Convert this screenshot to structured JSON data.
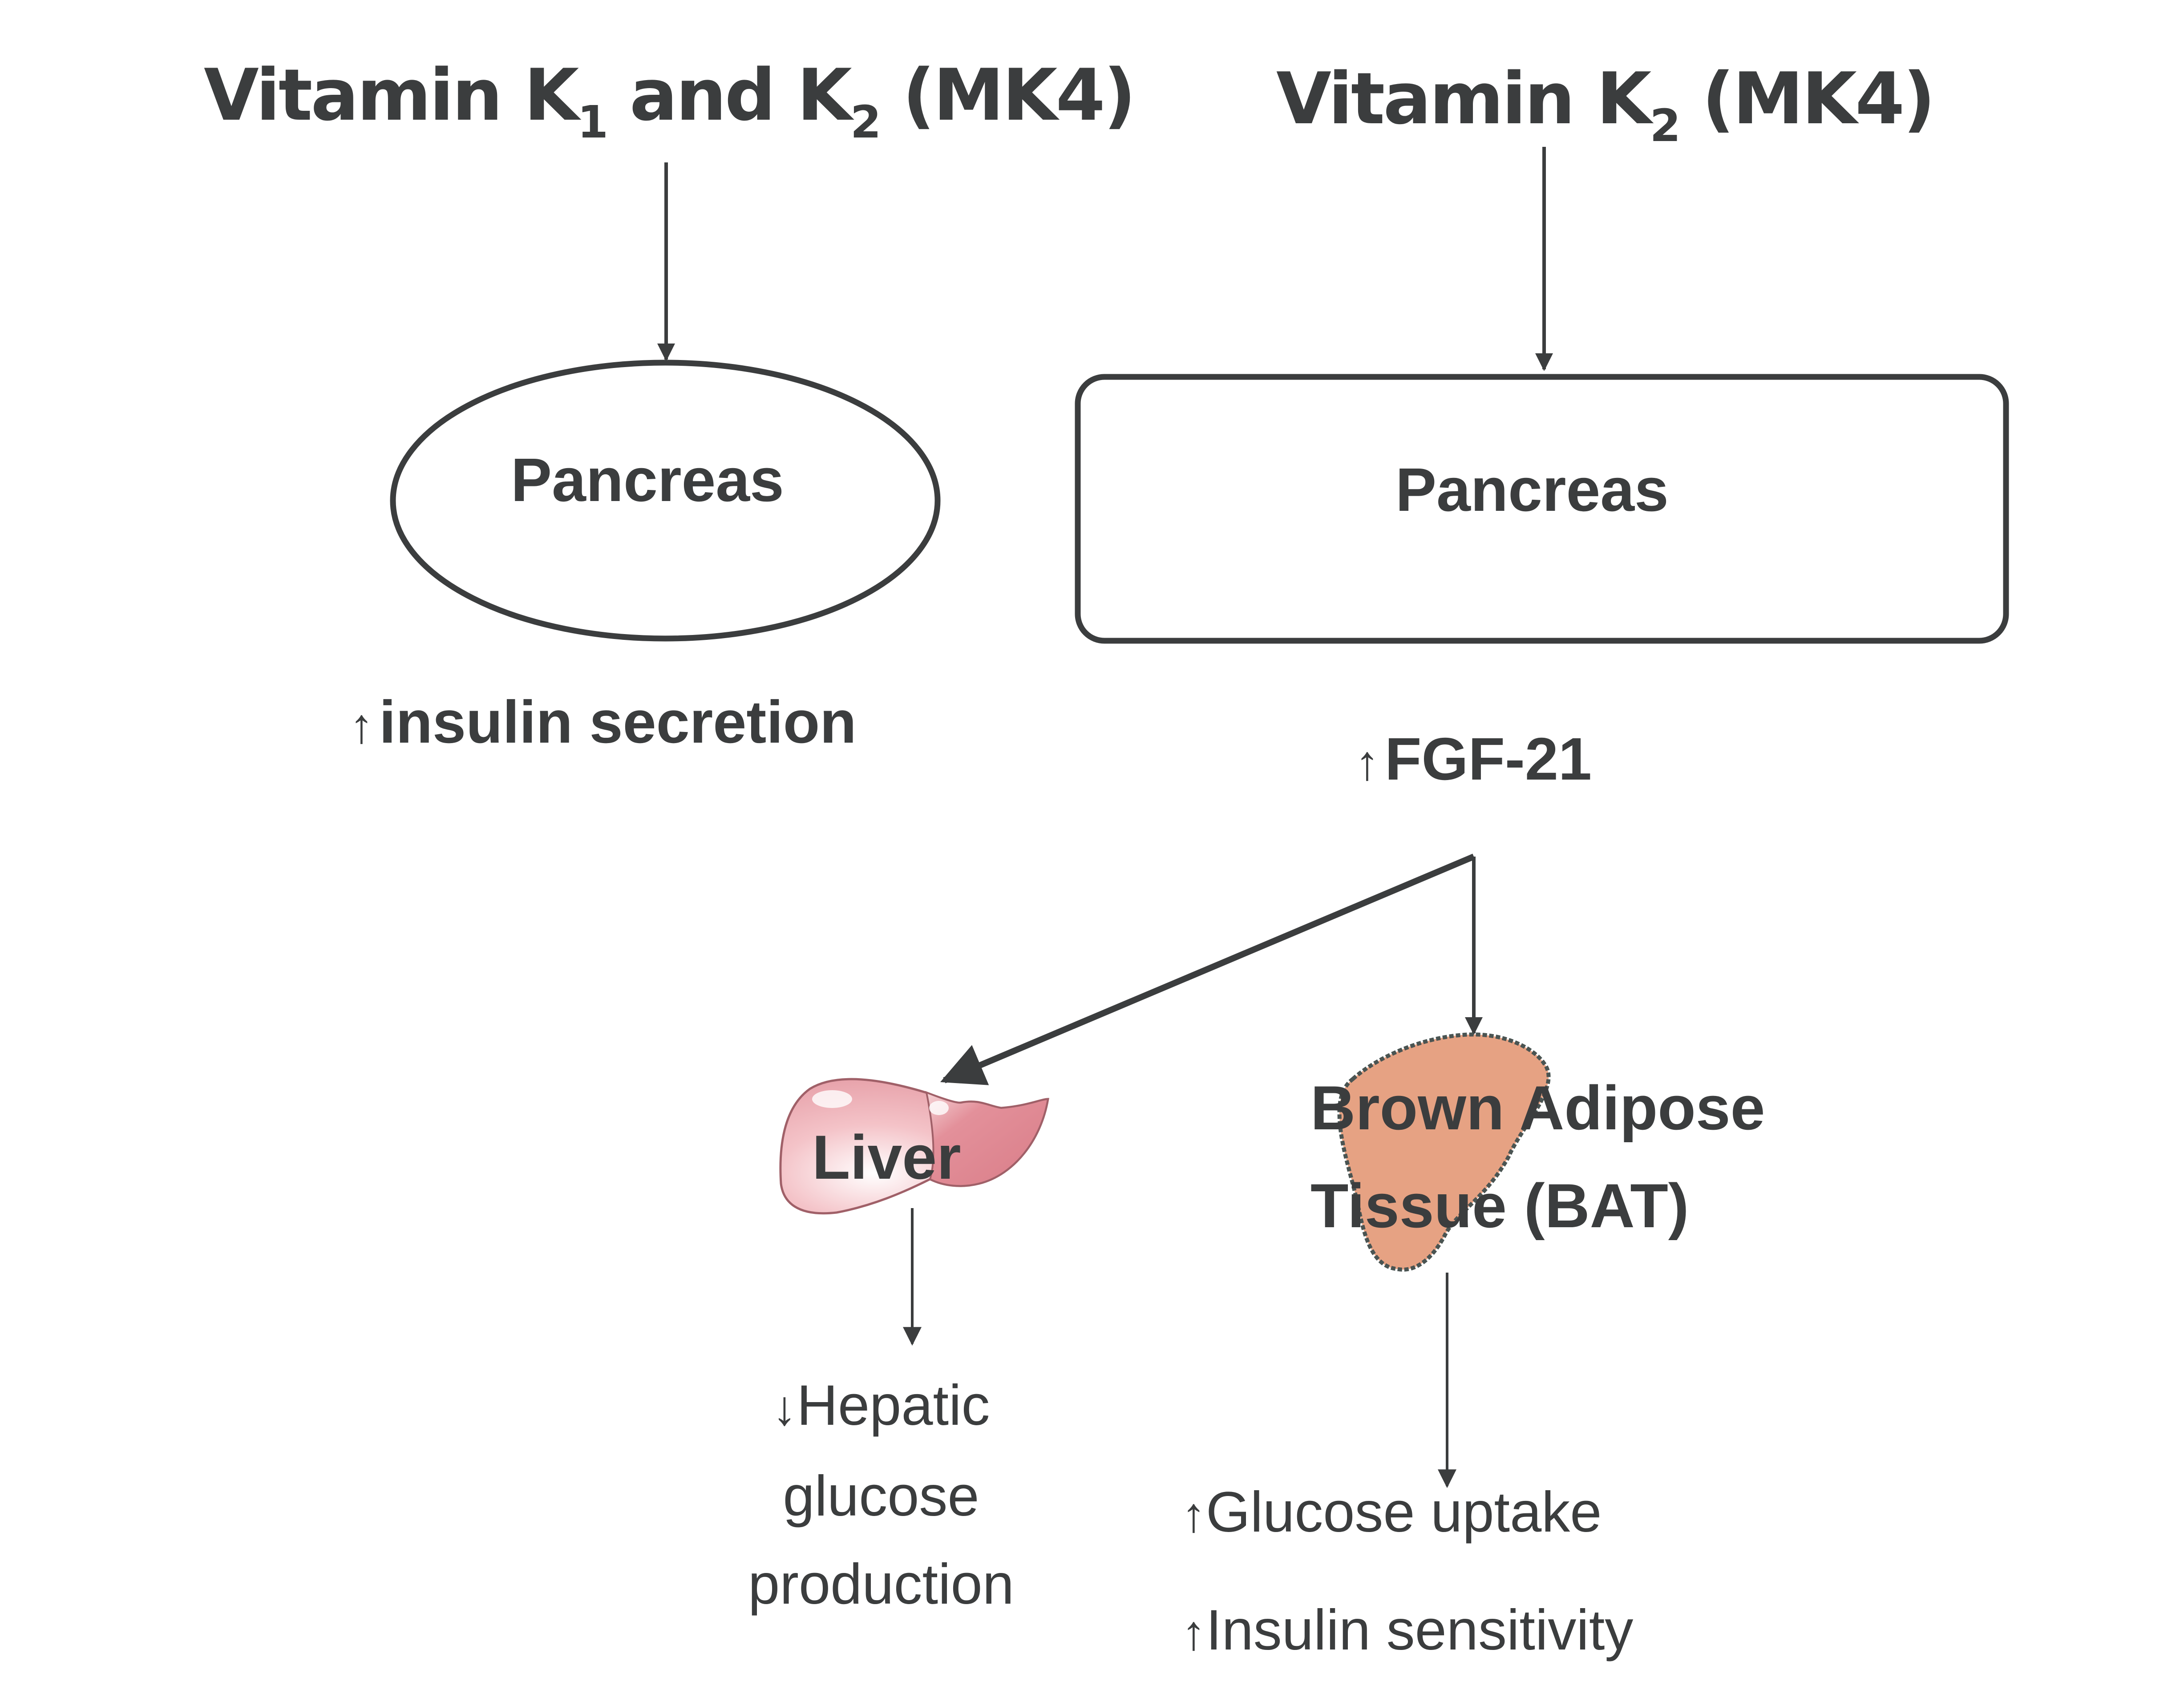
{
  "diagram": {
    "left": {
      "heading": {
        "prefix": "Vitamin K",
        "sub1": "1",
        "middle": " and K",
        "sub2": "2",
        "suffix": " (MK4)"
      },
      "organ": "Pancreas",
      "effect": {
        "direction_symbol": "↑",
        "direction": "increase",
        "text": "insulin secretion"
      }
    },
    "right": {
      "heading": {
        "prefix": "Vitamin K",
        "sub": "2",
        "suffix": " (MK4)"
      },
      "organ": "Pancreas",
      "effect": {
        "direction_symbol": "↑",
        "direction": "increase",
        "text": "FGF-21"
      },
      "targets": [
        {
          "organ": "Liver",
          "effects": [
            {
              "direction_symbol": "↓",
              "direction": "decrease",
              "lines": [
                "Hepatic",
                "glucose",
                "production"
              ]
            }
          ]
        },
        {
          "organ_lines": [
            "Brown Adipose",
            "Tissue (BAT)"
          ],
          "effects": [
            {
              "direction_symbol": "↑",
              "direction": "increase",
              "text": "Glucose uptake"
            },
            {
              "direction_symbol": "↑",
              "direction": "increase",
              "text": "Insulin sensitivity"
            }
          ]
        }
      ]
    },
    "colors": {
      "ink": "#3b3d3e",
      "liver_light": "#f4c7cc",
      "liver_dark": "#de8e98",
      "bat_fill": "#e6a283",
      "bat_outline": "#4a5452"
    }
  }
}
